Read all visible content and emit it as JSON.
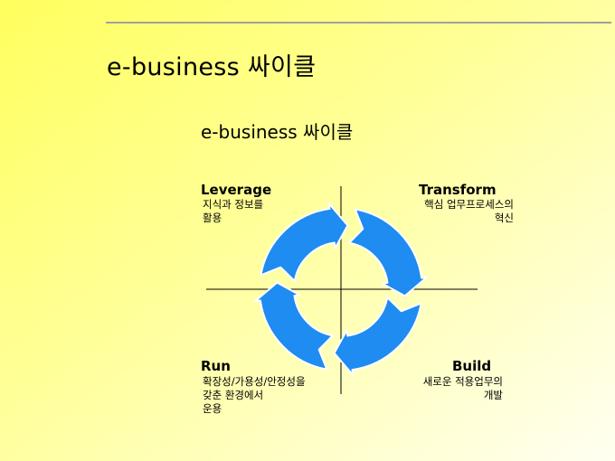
{
  "slide": {
    "title": "e-business 싸이클"
  },
  "diagram": {
    "title": "e-business 싸이클",
    "arrow_color": "#1e8cf0",
    "quadrants": {
      "leverage": {
        "title": "Leverage",
        "desc": "지식과 정보를\n활용"
      },
      "transform": {
        "title": "Transform",
        "desc": "핵심 업무프로세스의\n혁신"
      },
      "run": {
        "title": "Run",
        "desc": "확장성/가용성/안정성을\n갖춘 환경에서\n운용"
      },
      "build": {
        "title": "Build",
        "desc": "새로운 적용업무의\n개발"
      }
    }
  }
}
